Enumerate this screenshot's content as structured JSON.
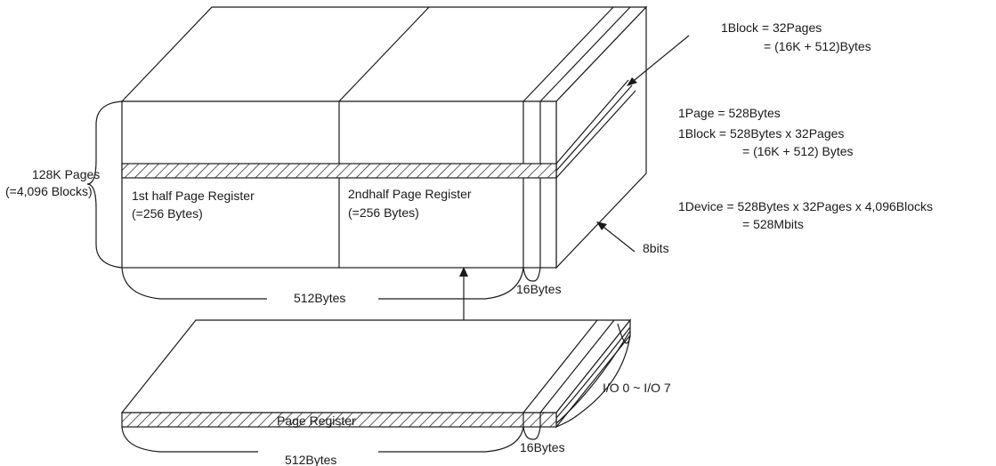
{
  "labels": {
    "pages_line1": "128K Pages",
    "pages_line2": "(=4,096 Blocks)",
    "first_half_line1": "1st half Page Register",
    "first_half_line2": "(=256 Bytes)",
    "second_half_line1": "2ndhalf Page Register",
    "second_half_line2": "(=256 Bytes)",
    "top_main_width": "512Bytes",
    "top_spare_width": "16Bytes",
    "depth": "8bits",
    "bottom_register": "Page Register",
    "bottom_main_width": "512Bytes",
    "bottom_spare_width": "16Bytes",
    "io": "I/O 0 ~ I/O 7"
  },
  "notes": {
    "block_line1": "1Block = 32Pages",
    "block_line2": "= (16K + 512)Bytes",
    "page": "1Page = 528Bytes",
    "block2_line1": "1Block = 528Bytes x 32Pages",
    "block2_line2": "= (16K + 512) Bytes",
    "device_line1": "1Device = 528Bytes x 32Pages x 4,096Blocks",
    "device_line2": "= 528Mbits"
  }
}
